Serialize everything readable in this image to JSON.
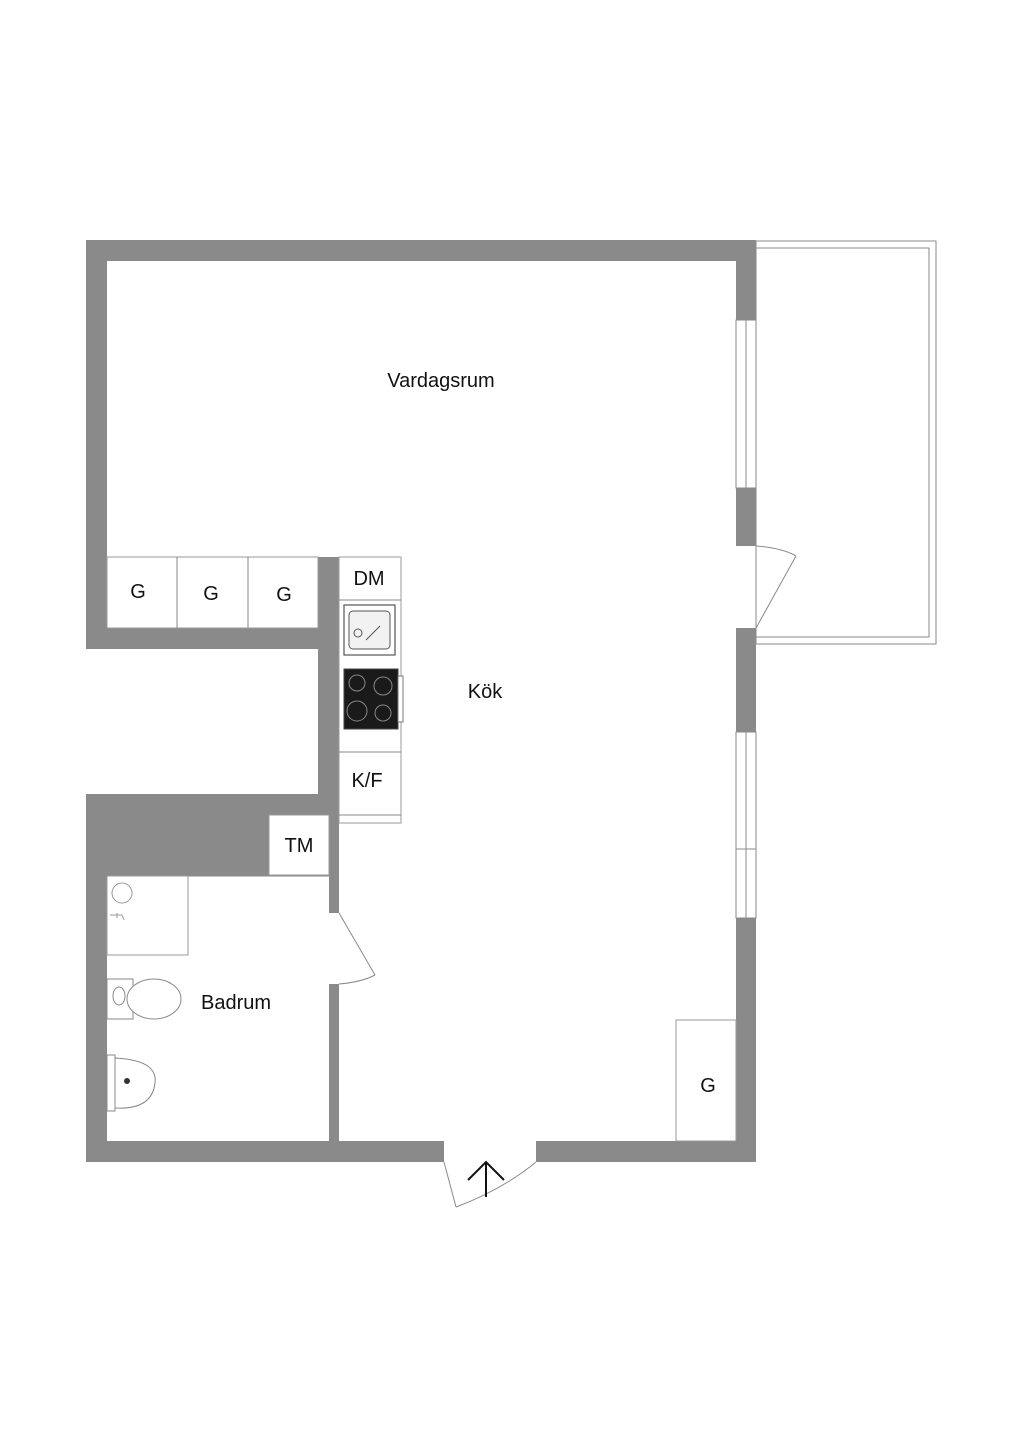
{
  "rooms": {
    "living": "Vardagsrum",
    "kitchen": "Kök",
    "bathroom": "Badrum"
  },
  "units": {
    "wardrobe_1": "G",
    "wardrobe_2": "G",
    "wardrobe_3": "G",
    "wardrobe_kitchen": "G",
    "dishwasher": "DM",
    "fridge_freezer": "K/F",
    "washing_machine": "TM"
  },
  "colors": {
    "wall": "#8a8a8a",
    "line": "#8a8a8a",
    "stove": "#1a1a1a"
  }
}
